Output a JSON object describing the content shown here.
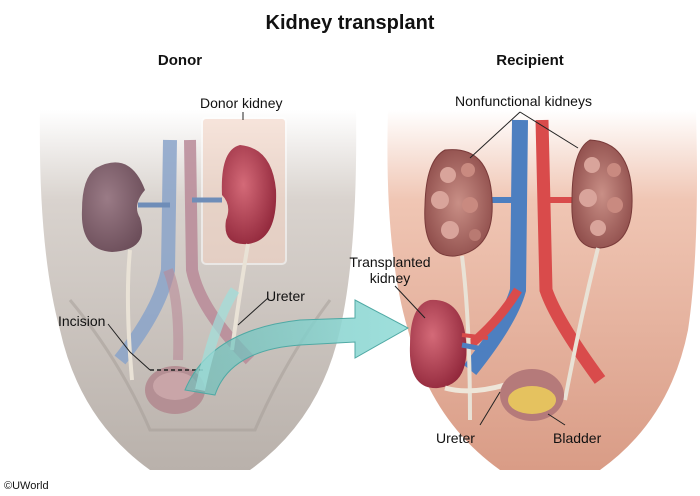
{
  "title": "Kidney transplant",
  "panels": {
    "donor": {
      "heading": "Donor",
      "labels": {
        "donor_kidney": "Donor kidney",
        "ureter": "Ureter",
        "incision": "Incision"
      }
    },
    "recipient": {
      "heading": "Recipient",
      "labels": {
        "nonfunctional_kidneys": "Nonfunctional kidneys",
        "transplanted_kidney_line1": "Transplanted",
        "transplanted_kidney_line2": "kidney",
        "ureter": "Ureter",
        "bladder": "Bladder"
      }
    }
  },
  "copyright": "©UWorld",
  "colors": {
    "donor_skin": "#cfc9c4",
    "recipient_skin": "#e9b7a4",
    "kidney": "#a83a4a",
    "artery": "#d94b4b",
    "vein": "#4d7fc0",
    "arrow": "#7fd0cc"
  }
}
